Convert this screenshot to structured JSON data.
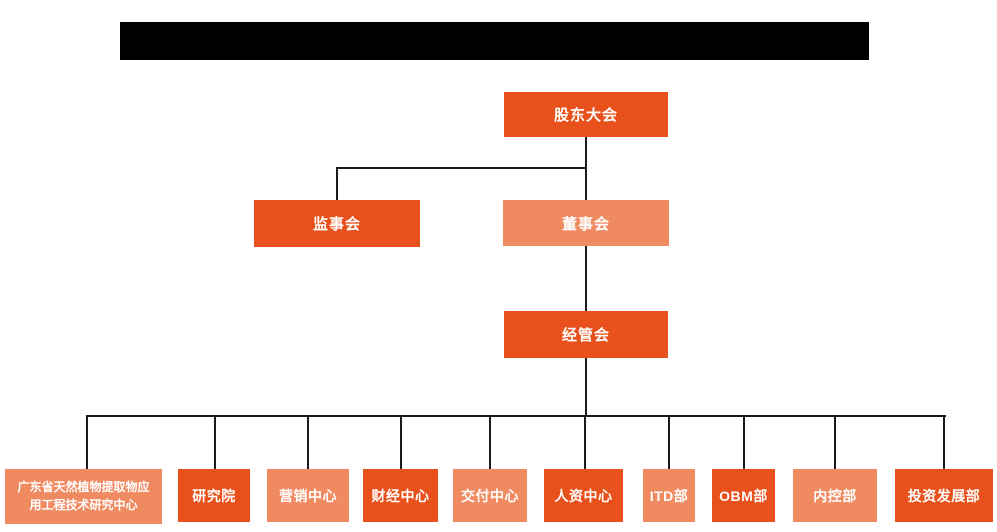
{
  "title_bar": {
    "redacted": true,
    "color": "#000000"
  },
  "colors": {
    "dark_orange": "#e8511b",
    "light_orange": "#f08a61",
    "line": "#1a1a1a",
    "text": "#ffffff",
    "background": "#ffffff"
  },
  "nodes": {
    "shareholders": {
      "label": "股东大会"
    },
    "supervisory": {
      "label": "监事会"
    },
    "board": {
      "label": "董事会"
    },
    "management": {
      "label": "经管会"
    }
  },
  "departments": [
    {
      "label": "广东省天然植物提取物应\n用工程技术研究中心",
      "variant": "light"
    },
    {
      "label": "研究院",
      "variant": "dark"
    },
    {
      "label": "营销中心",
      "variant": "light"
    },
    {
      "label": "财经中心",
      "variant": "dark"
    },
    {
      "label": "交付中心",
      "variant": "light"
    },
    {
      "label": "人资中心",
      "variant": "dark"
    },
    {
      "label": "ITD部",
      "variant": "light"
    },
    {
      "label": "OBM部",
      "variant": "dark"
    },
    {
      "label": "内控部",
      "variant": "light"
    },
    {
      "label": "投资发展部",
      "variant": "dark"
    }
  ]
}
